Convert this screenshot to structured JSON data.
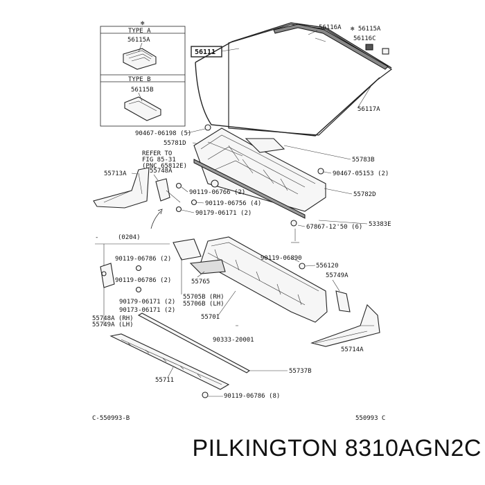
{
  "type_a": {
    "header": "TYPE A",
    "part": "56115A"
  },
  "type_b": {
    "header": "TYPE B",
    "part": "56115B"
  },
  "asterisk": "✻",
  "labels": {
    "windshield": "56111",
    "molding_top": "56116A",
    "clip_a": "✻ 56115A",
    "clip_c": "56116C",
    "molding_side": "56117A",
    "bolt_top": "90467-06198 (5)",
    "grille_left": "55781D",
    "grille_right": "55783B",
    "ref": "REFER TO",
    "ref2": "FIG 85-31",
    "ref3": "(PNC 65812E)",
    "clip_r": "90467-05153 (2)",
    "bracket_l": "55713A",
    "part_55748a": "55748A",
    "bolt_90119_1": "90119-06766 (2)",
    "bolt_90119_2": "90119-06756 (4)",
    "bolt_90179": "90179-06171 (2)",
    "part_55782d": "55782D",
    "part_67867": "67867-12'50 (6)",
    "part_53383e": "53383E",
    "date_ref": "(0204)",
    "b_90119_a": "90119-06786 (2)",
    "b_90119_b": "90119-06786 (2)",
    "b_90179_a": "90179-06171 (2)",
    "b_90173": "90173-06171 (2)",
    "p_55748a_rh": "55748A (RH)",
    "p_55749a_lh": "55749A (LH)",
    "p_55765": "55765",
    "p_55705b": "55705B (RH)",
    "p_55706b": "55706B (LH)",
    "p_55701": "55701",
    "p_90119_06890": "90119-06890",
    "p_556120": "556120",
    "p_55749a": "55749A",
    "p_90333": "90333-20001",
    "p_55714a": "55714A",
    "p_55737b": "55737B",
    "p_55711": "55711",
    "p_90119_06786": "90119-06786 (8)",
    "code_left": "C-550993-B",
    "code_right": "550993 C"
  },
  "banner": "PILKINGTON 8310AGN2C"
}
